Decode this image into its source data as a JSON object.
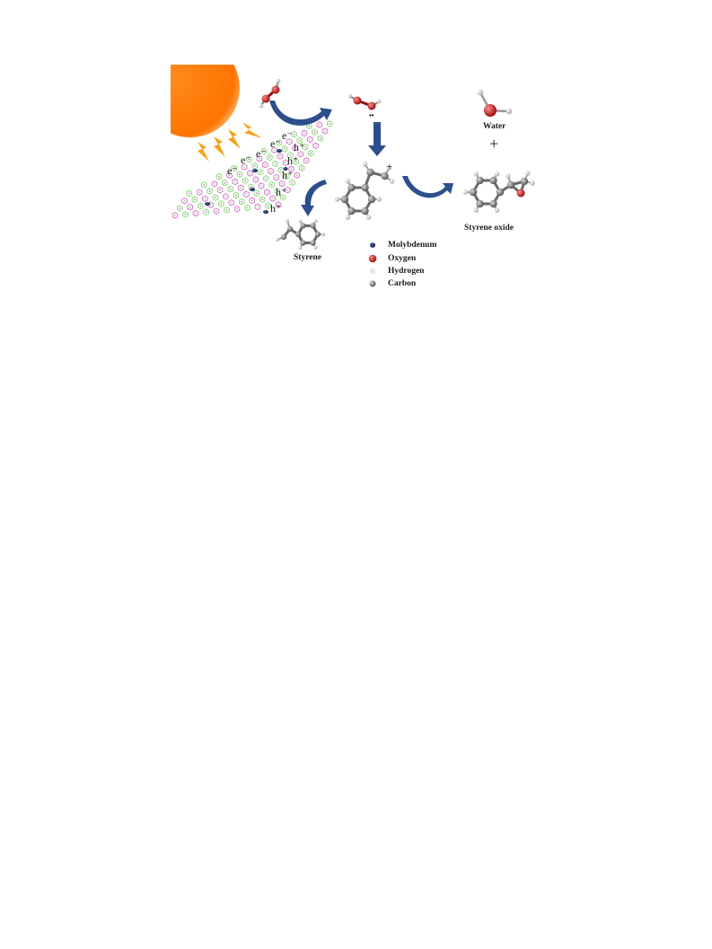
{
  "labels": {
    "water": "Water",
    "plus": "+",
    "styrene": "Styrene",
    "styrene_oxide": "Styrene oxide",
    "carbocation_charge": "+",
    "lone_pair": "••"
  },
  "charges": {
    "electron": "e⁻",
    "hole": "h⁺"
  },
  "legend": [
    {
      "label": "Molybdenum",
      "color": "#1d2f5e"
    },
    {
      "label": "Oxygen",
      "color": "#d22525"
    },
    {
      "label": "Hydrogen",
      "color": "#e4e4e4"
    },
    {
      "label": "Carbon",
      "color": "#5e5e5e"
    }
  ],
  "colors": {
    "sun": "#ff7a00",
    "lightning": "#f6a21b",
    "arrow": "#2c4f8c",
    "lattice_green": "#7ddb6a",
    "lattice_magenta": "#d86ad0"
  }
}
